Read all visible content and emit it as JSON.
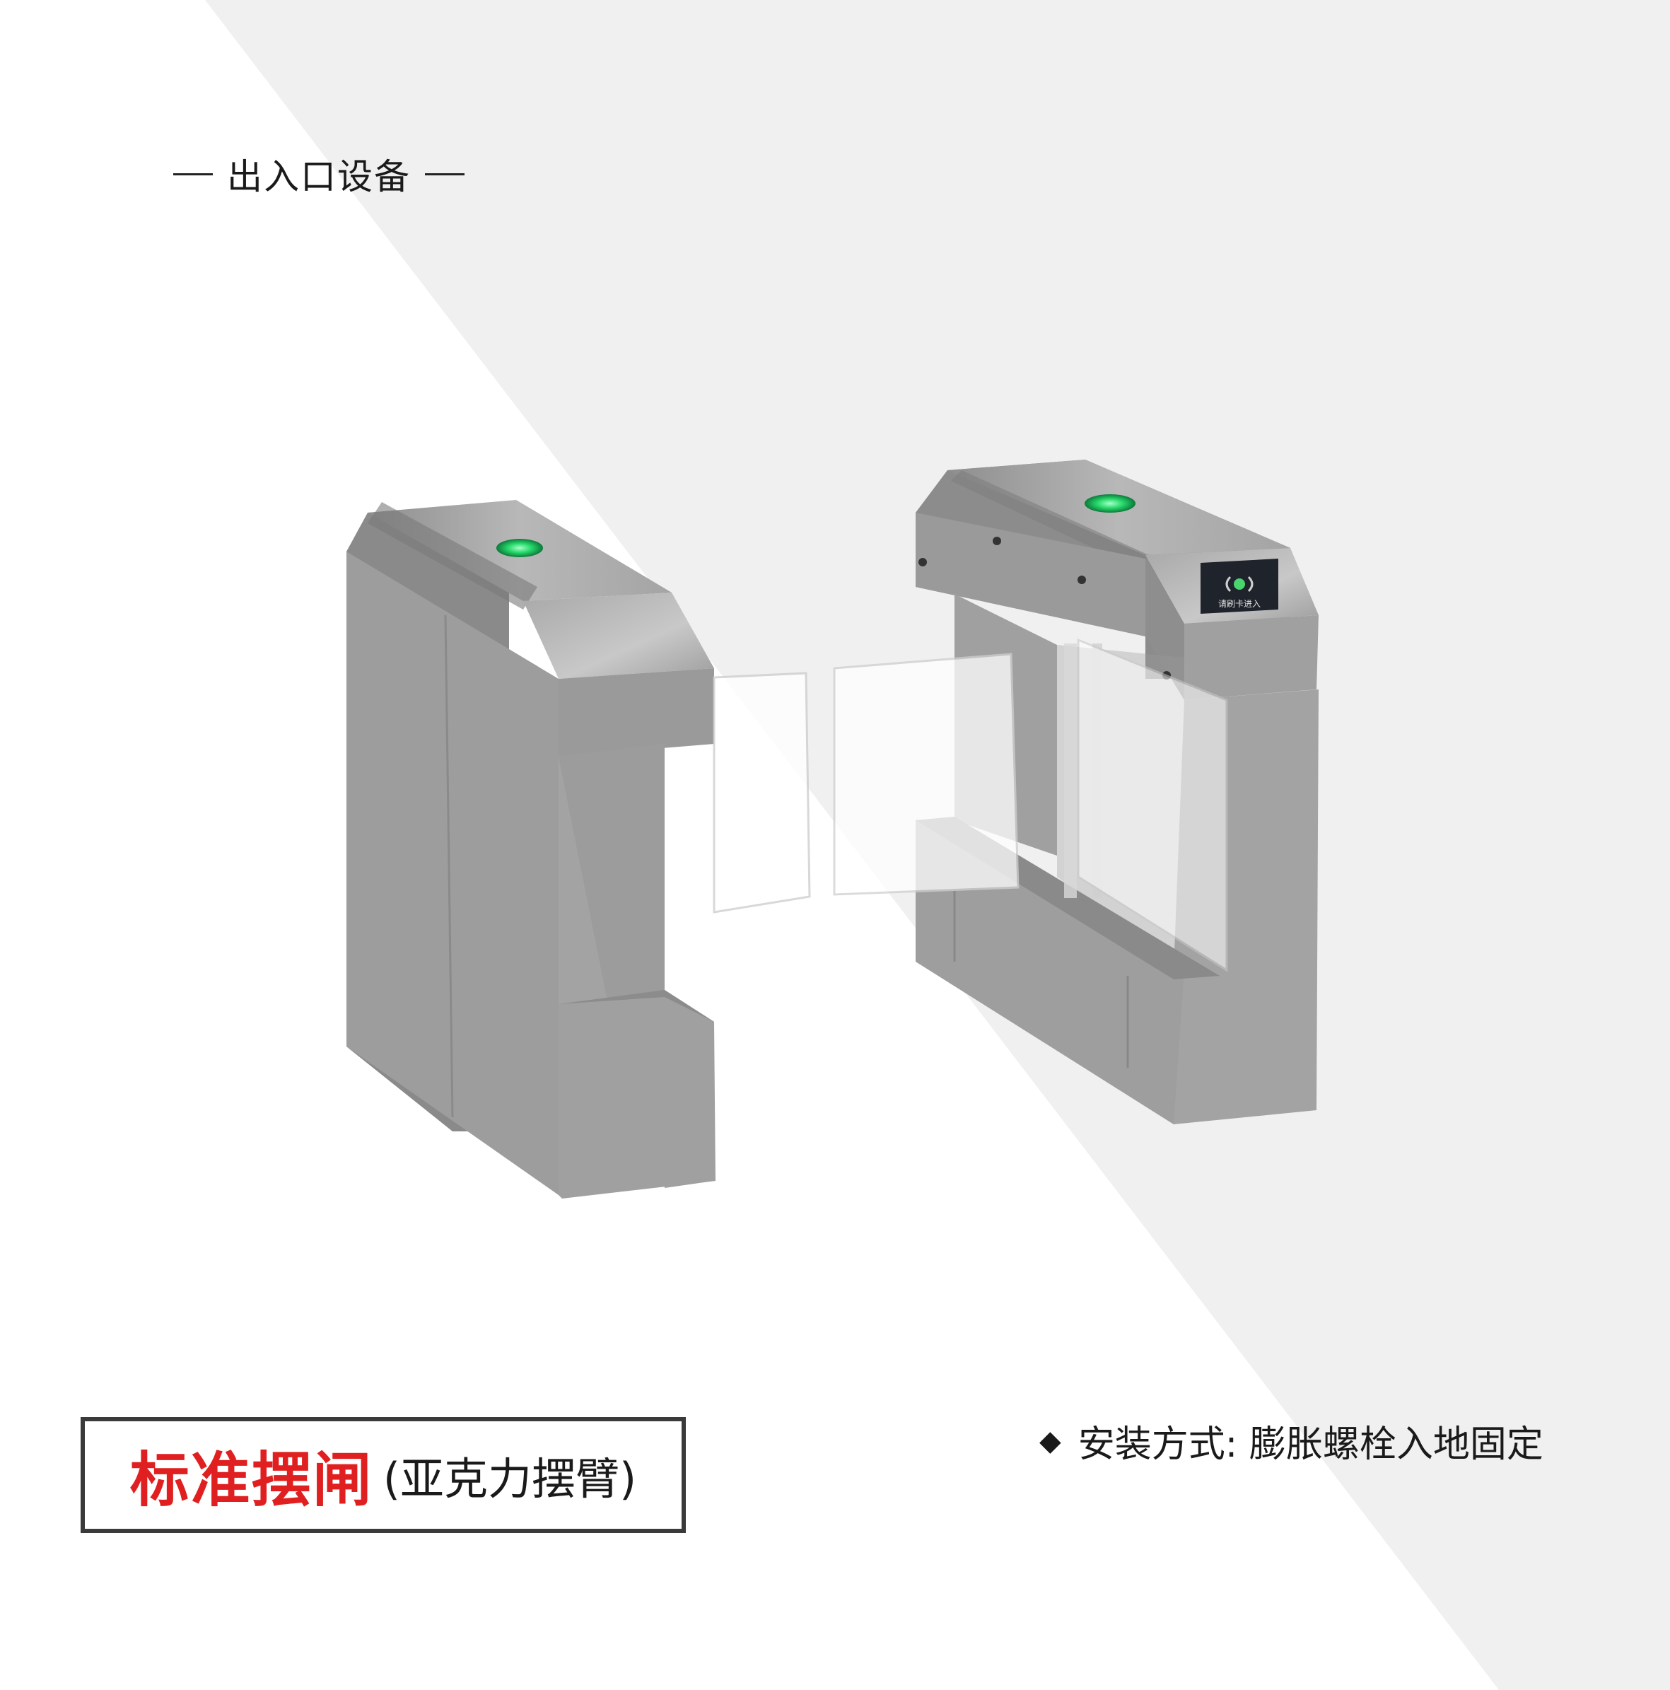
{
  "header": {
    "category": "出入口设备"
  },
  "product": {
    "name": "标准摆闸",
    "material": "(亚克力摆臂)"
  },
  "spec": {
    "install_method": "安装方式: 膨胀螺栓入地固定"
  },
  "reader_panel": {
    "label": "请刷卡进入"
  },
  "icons": [
    "diamond-bullet-icon",
    "rfid-card-icon",
    "green-arrow-indicator-icon"
  ],
  "colors": {
    "accent_red": "#e02020",
    "steel_gray": "#9a9a9a",
    "indicator_green": "#27d96b",
    "background_gray": "#f0f0f0"
  }
}
